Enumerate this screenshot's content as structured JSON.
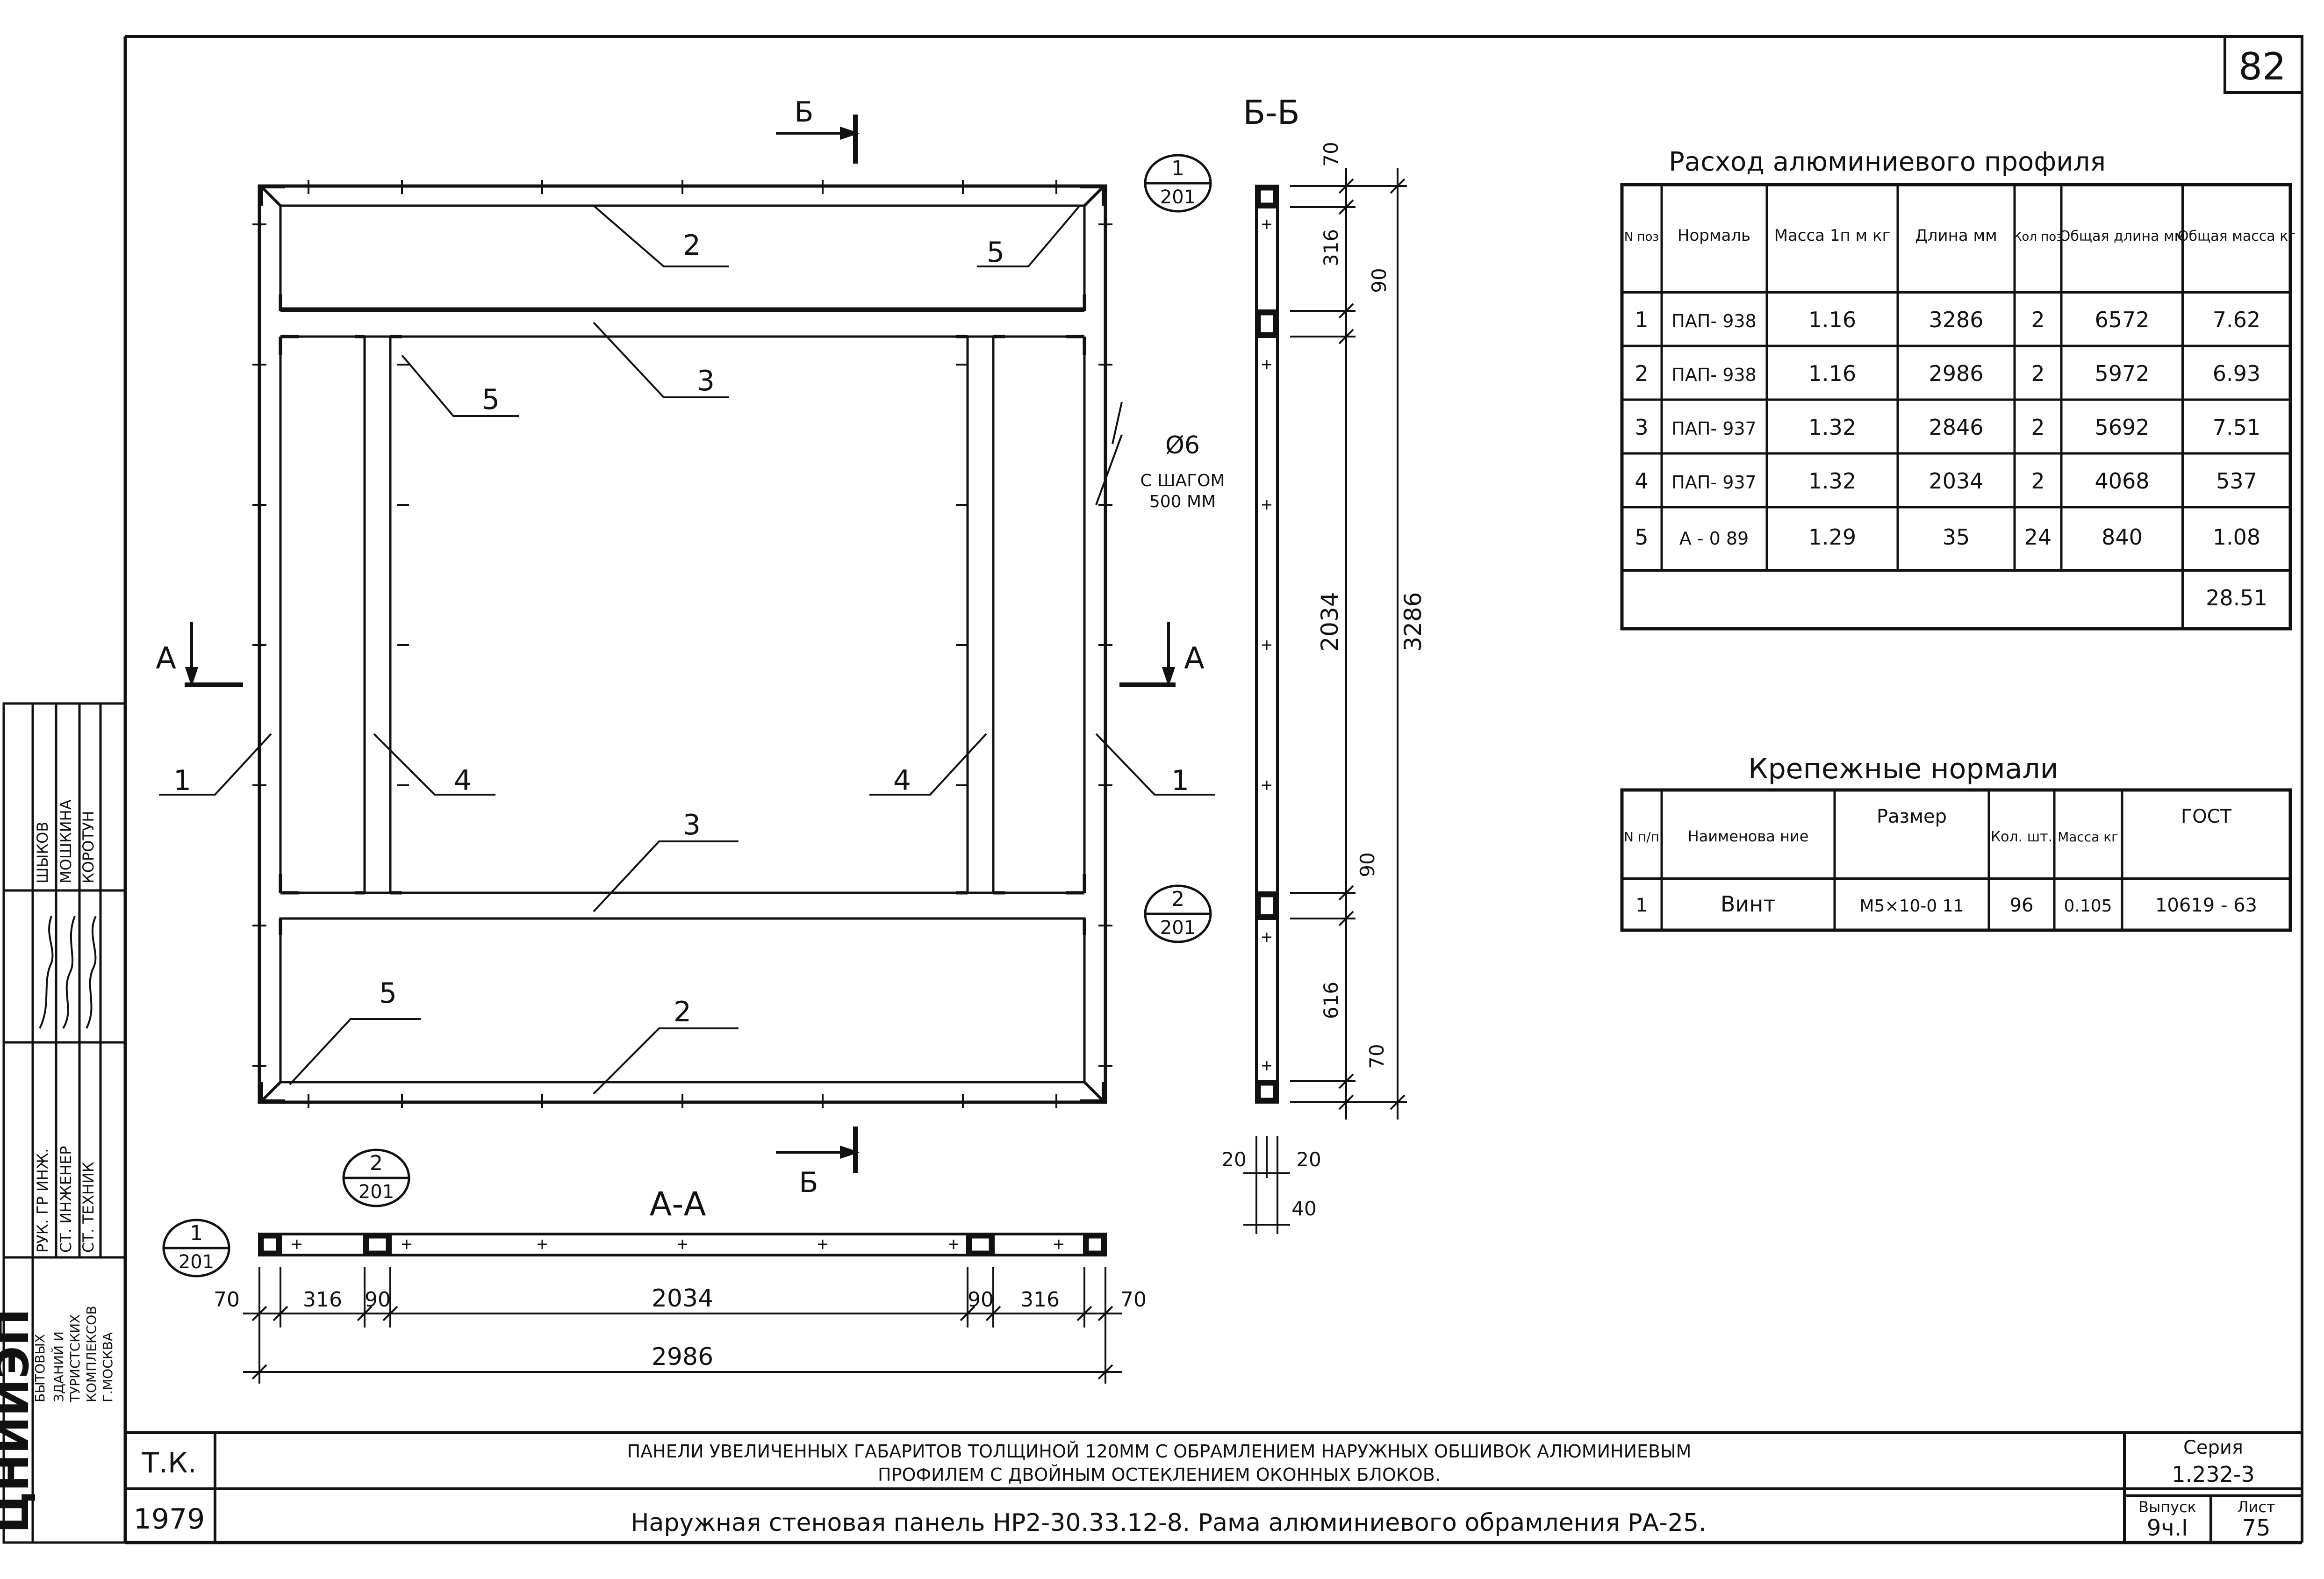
{
  "sheet_number": "82",
  "section_bb_label": "Б-Б",
  "section_aa_label": "А-А",
  "cut_b_label": "Б",
  "cut_a_label": "А",
  "callouts": {
    "c1": {
      "top": "1",
      "bottom": "201"
    },
    "c2": {
      "top": "2",
      "bottom": "201"
    }
  },
  "positions": {
    "p1": "1",
    "p2": "2",
    "p3": "3",
    "p4": "4",
    "p5": "5"
  },
  "hole_note": {
    "dia": "Ø6",
    "line1": "С ШАГОМ",
    "line2": "500 ММ"
  },
  "bb_dims": {
    "d70a": "70",
    "d316": "316",
    "d90a": "90",
    "d2034": "2034",
    "d3286": "3286",
    "d90b": "90",
    "d616": "616",
    "d70b": "70",
    "t20a": "20",
    "t20b": "20",
    "t40": "40"
  },
  "aa_dims": {
    "d70a": "70",
    "d316a": "316",
    "d90a": "90",
    "d2034": "2034",
    "d90b": "90",
    "d316b": "316",
    "d70b": "70",
    "d2986": "2986"
  },
  "profile_table": {
    "title": "Расход алюминиевого профиля",
    "headers": [
      "N поз",
      "Нормаль",
      "Масса 1п м кг",
      "Длина мм",
      "Кол поз",
      "Общая длина мм",
      "Общая масса кг"
    ],
    "rows": [
      [
        "1",
        "ПАП- 938",
        "1.16",
        "3286",
        "2",
        "6572",
        "7.62"
      ],
      [
        "2",
        "ПАП- 938",
        "1.16",
        "2986",
        "2",
        "5972",
        "6.93"
      ],
      [
        "3",
        "ПАП- 937",
        "1.32",
        "2846",
        "2",
        "5692",
        "7.51"
      ],
      [
        "4",
        "ПАП- 937",
        "1.32",
        "2034",
        "2",
        "4068",
        "537"
      ],
      [
        "5",
        "А - 0 89",
        "1.29",
        "35",
        "24",
        "840",
        "1.08"
      ]
    ],
    "total": "28.51"
  },
  "fastener_table": {
    "title": "Крепежные нормали",
    "headers": [
      "N п/п",
      "Наименова ние",
      "Размер",
      "Кол. шт.",
      "Масса кг",
      "ГОСТ"
    ],
    "rows": [
      [
        "1",
        "Винт",
        "М5×10-0 11",
        "96",
        "0.105",
        "10619 - 63"
      ]
    ]
  },
  "stamp": {
    "org_logo": "ЦНИИЭП",
    "org_lines": [
      "БЫТОВЫХ",
      "ЗДАНИЙ И",
      "ТУРИСТСКИХ",
      "КОМПЛЕКСОВ",
      "Г.МОСКВА"
    ],
    "roles": [
      "РУК. ГР ИНЖ.",
      "СТ. ИНЖЕНЕР",
      "СТ. ТЕХНИК"
    ],
    "names": [
      "ШЫКОВ",
      "МОШКИНА",
      "КОРОТУН"
    ],
    "tk": "Т.К.",
    "year": "1979",
    "title_line1": "ПАНЕЛИ УВЕЛИЧЕННЫХ ГАБАРИТОВ ТОЛЩИНОЙ 120ММ С ОБРАМЛЕНИЕМ НАРУЖНЫХ ОБШИВОК АЛЮМИНИЕВЫМ",
    "title_line2": "ПРОФИЛЕМ С ДВОЙНЫМ ОСТЕКЛЕНИЕМ ОКОННЫХ БЛОКОВ.",
    "title_line3": "Наружная стеновая панель НР2-30.33.12-8. Рама алюминиевого обрамления РА-25.",
    "series_label": "Серия",
    "series_value": "1.232-3",
    "issue_label": "Выпуск",
    "issue_value": "9ч.I",
    "sheet_label": "Лист",
    "sheet_value": "75"
  }
}
